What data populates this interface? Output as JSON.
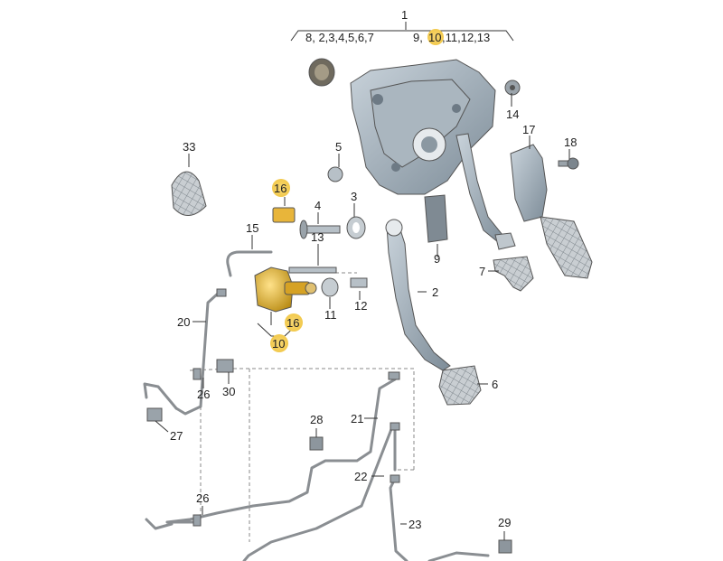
{
  "labels": {
    "l1": "1",
    "l1_left": "8, 2,3,4,5,6,7",
    "l1_right_a": "9,",
    "l1_right_hl": "10",
    "l1_right_b": ",11,12,13",
    "l2": "2",
    "l3": "3",
    "l4": "4",
    "l5": "5",
    "l6": "6",
    "l7": "7",
    "l9": "9",
    "l10": "10",
    "l11": "11",
    "l12": "12",
    "l13": "13",
    "l14": "14",
    "l15": "15",
    "l16a": "16",
    "l16b": "16",
    "l17": "17",
    "l18": "18",
    "l20": "20",
    "l21": "21",
    "l22": "22",
    "l23": "23",
    "l26a": "26",
    "l26b": "26",
    "l27": "27",
    "l28": "28",
    "l29": "29",
    "l30": "30",
    "l33": "33"
  },
  "colors": {
    "highlight": "#f2c94c",
    "housing": "#8b9aa6",
    "cylinder": "#d9a520",
    "pipe": "#8a8e92"
  }
}
